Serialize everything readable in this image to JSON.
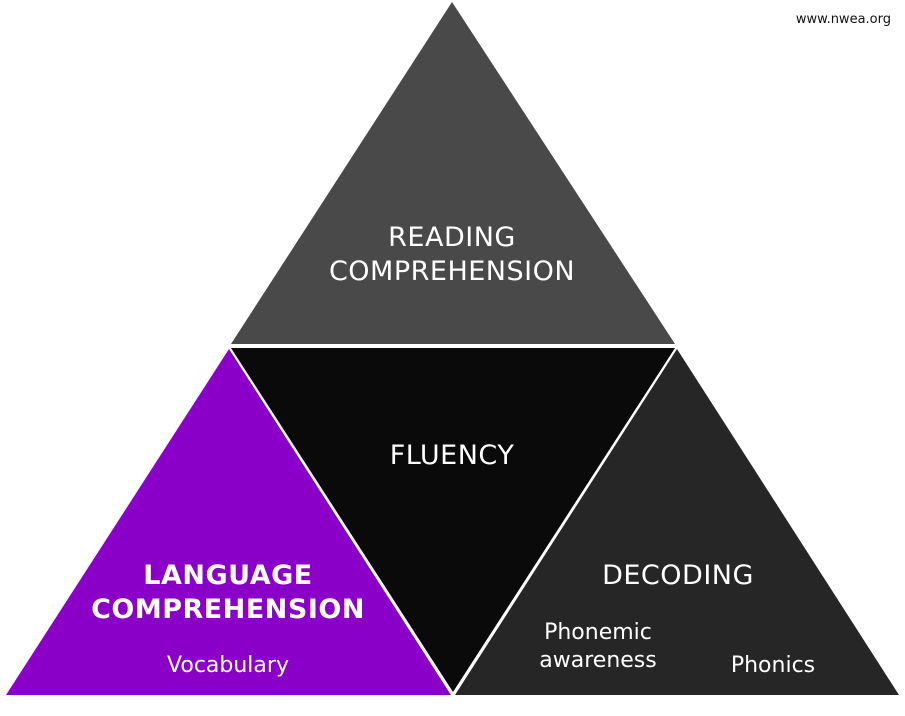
{
  "source": "www.nwea.org",
  "colors": {
    "top_triangle": "#494949",
    "center_triangle": "#0a0a0a",
    "left_triangle": "#8b00c9",
    "right_triangle": "#262626",
    "separator": "#ffffff",
    "text": "#ffffff"
  },
  "triangles": {
    "top": {
      "title_line1": "READING",
      "title_line2": "COMPREHENSION"
    },
    "center": {
      "title": "FLUENCY"
    },
    "left": {
      "title_line1": "LANGUAGE",
      "title_line2": "COMPREHENSION",
      "sub": "Vocabulary"
    },
    "right": {
      "title": "DECODING",
      "sub1_line1": "Phonemic",
      "sub1_line2": "awareness",
      "sub2": "Phonics"
    }
  }
}
